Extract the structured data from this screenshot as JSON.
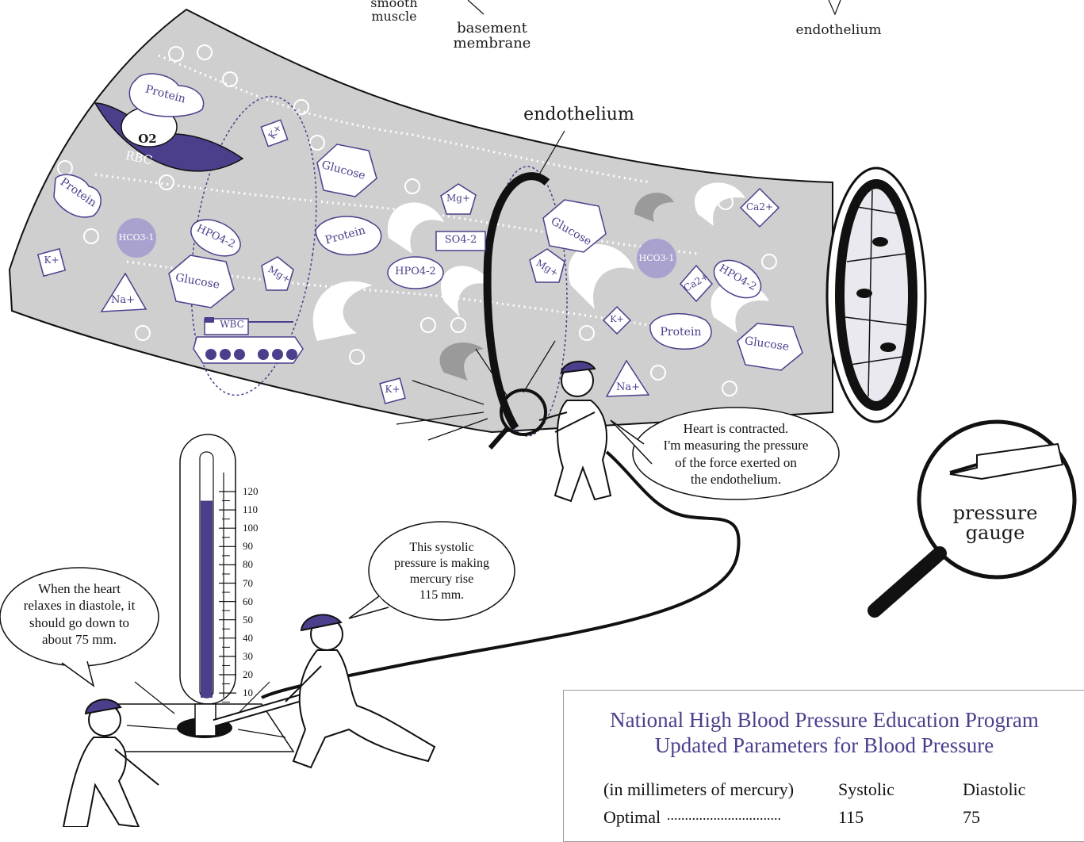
{
  "labels": {
    "smooth_muscle": [
      "smooth",
      "muscle"
    ],
    "basement_membrane": [
      "basement",
      "membrane"
    ],
    "endothelium_top": "endothelium",
    "endothelium_center": "endothelium"
  },
  "particles": {
    "protein": "Protein",
    "glucose": "Glucose",
    "rbc": "RBC",
    "o2": "O2",
    "wbc": "WBC",
    "hco3": "HCO3-1",
    "hpo4": "HPO4-2",
    "so4": "SO4-2",
    "mg": "Mg+",
    "k": "K+",
    "na": "Na+",
    "ca": "Ca2+"
  },
  "bubbles": {
    "endothelium_worker": [
      "Heart is contracted.",
      "I'm measuring the pressure",
      "of the force exerted on",
      "the endothelium."
    ],
    "pump_worker": [
      "This systolic",
      "pressure is making",
      "mercury rise",
      "115 mm."
    ],
    "sitting_worker": [
      "When the heart",
      "relaxes in diastole, it",
      "should go down to",
      "about 75 mm."
    ]
  },
  "magnifier": {
    "label": [
      "pressure",
      "gauge"
    ]
  },
  "gauge": {
    "ticks": [
      "120",
      "110",
      "100",
      "90",
      "80",
      "70",
      "60",
      "50",
      "40",
      "30",
      "20",
      "10"
    ],
    "mercury_level_mm": 115,
    "scale_max_mm": 130
  },
  "panel": {
    "title_line1": "National High Blood Pressure Education Program",
    "title_line2": "Updated Parameters for Blood Pressure",
    "header": {
      "label": "(in millimeters of mercury)",
      "systolic": "Systolic",
      "diastolic": "Diastolic"
    },
    "rows": [
      {
        "label": "Optimal",
        "dots": "................................",
        "systolic": "115",
        "diastolic": "75"
      }
    ]
  },
  "colors": {
    "accent": "#4b3f8c",
    "vessel": "#cfcfcf",
    "mercury": "#4b3f8c"
  }
}
